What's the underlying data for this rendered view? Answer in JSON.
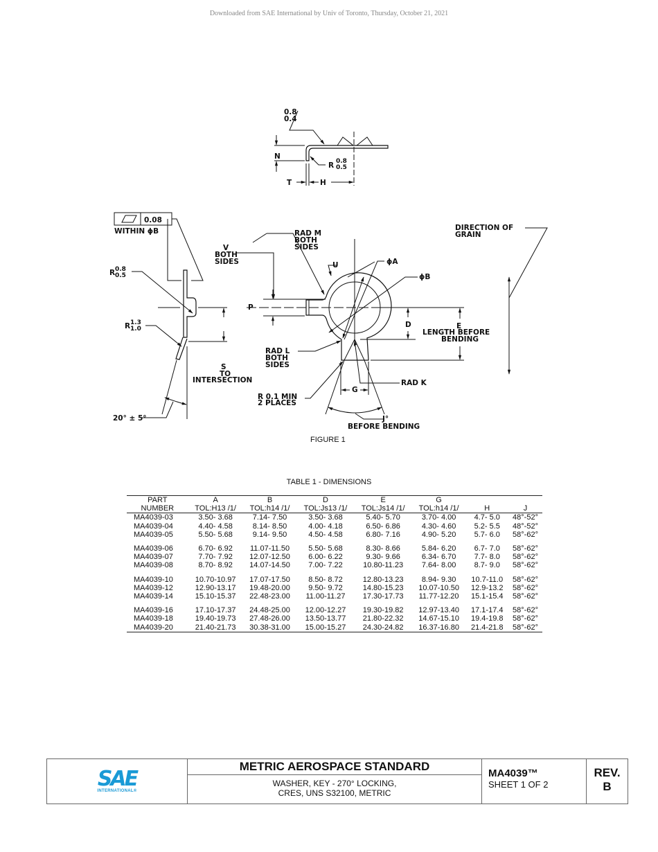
{
  "download_notice": "Downloaded from SAE International by Univ of Toronto, Thursday, October 21, 2021",
  "figure": {
    "caption": "FIGURE 1",
    "labels": {
      "top_08": "0.8",
      "top_04": "0.4",
      "n": "N",
      "r": "R",
      "r_08": "0.8",
      "r_05": "0.5",
      "t": "T",
      "h": "H",
      "fcf_value": "0.08",
      "within": "WITHIN ϕB",
      "side_r": "R",
      "side_r_08": "0.8",
      "side_r_05": "0.5",
      "side_r2": "R",
      "side_r_13": "1.3",
      "side_r_10": "1.0",
      "s": "S",
      "to": "TO",
      "intersection": "INTERSECTION",
      "angle": "20° ± 5°",
      "v": "V",
      "v_both": "BOTH",
      "v_sides": "SIDES",
      "radm": "RAD M",
      "radm_both": "BOTH",
      "radm_sides": "SIDES",
      "u": "U",
      "phia": "ϕA",
      "phib": "ϕB",
      "p": "P",
      "d": "D",
      "e": "E",
      "e_len": "LENGTH BEFORE",
      "e_bend": "BENDING",
      "radl": "RAD L",
      "radl_both": "BOTH",
      "radl_sides": "SIDES",
      "radk": "RAD K",
      "g": "G",
      "r01": "R 0.1 MIN",
      "r01_places": "2 PLACES",
      "j": "J°",
      "j_before": "BEFORE BENDING",
      "grain1": "DIRECTION OF",
      "grain2": "GRAIN"
    }
  },
  "table": {
    "title": "TABLE 1 - DIMENSIONS",
    "header_row1": [
      "PART",
      "A",
      "B",
      "D",
      "E",
      "G",
      "",
      ""
    ],
    "header_row2": [
      "NUMBER",
      "TOL:H13 /1/",
      "TOL:h14 /1/",
      "TOL:Js13 /1/",
      "TOL:Js14 /1/",
      "TOL:h14 /1/",
      "H",
      "J"
    ],
    "groups": [
      [
        [
          "MA4039-03",
          "3.50- 3.68",
          "7.14- 7.50",
          "3.50- 3.68",
          "5.40- 5.70",
          "3.70- 4.00",
          "4.7- 5.0",
          "48°-52°"
        ],
        [
          "MA4039-04",
          "4.40- 4.58",
          "8.14- 8.50",
          "4.00- 4.18",
          "6.50- 6.86",
          "4.30- 4.60",
          "5.2- 5.5",
          "48°-52°"
        ],
        [
          "MA4039-05",
          "5.50- 5.68",
          "9.14- 9.50",
          "4.50- 4.58",
          "6.80- 7.16",
          "4.90- 5.20",
          "5.7- 6.0",
          "58°-62°"
        ]
      ],
      [
        [
          "MA4039-06",
          "6.70- 6.92",
          "11.07-11.50",
          "5.50- 5.68",
          "8.30- 8.66",
          "5.84- 6.20",
          "6.7- 7.0",
          "58°-62°"
        ],
        [
          "MA4039-07",
          "7.70- 7.92",
          "12.07-12.50",
          "6.00- 6.22",
          "9.30- 9.66",
          "6.34- 6.70",
          "7.7- 8.0",
          "58°-62°"
        ],
        [
          "MA4039-08",
          "8.70- 8.92",
          "14.07-14.50",
          "7.00- 7.22",
          "10.80-11.23",
          "7.64- 8.00",
          "8.7- 9.0",
          "58°-62°"
        ]
      ],
      [
        [
          "MA4039-10",
          "10.70-10.97",
          "17.07-17.50",
          "8.50- 8.72",
          "12.80-13.23",
          "8.94- 9.30",
          "10.7-11.0",
          "58°-62°"
        ],
        [
          "MA4039-12",
          "12.90-13.17",
          "19.48-20.00",
          "9.50- 9.72",
          "14.80-15.23",
          "10.07-10.50",
          "12.9-13.2",
          "58°-62°"
        ],
        [
          "MA4039-14",
          "15.10-15.37",
          "22.48-23.00",
          "11.00-11.27",
          "17.30-17.73",
          "11.77-12.20",
          "15.1-15.4",
          "58°-62°"
        ]
      ],
      [
        [
          "MA4039-16",
          "17.10-17.37",
          "24.48-25.00",
          "12.00-12.27",
          "19.30-19.82",
          "12.97-13.40",
          "17.1-17.4",
          "58°-62°"
        ],
        [
          "MA4039-18",
          "19.40-19.73",
          "27.48-26.00",
          "13.50-13.77",
          "21.80-22.32",
          "14.67-15.10",
          "19.4-19.8",
          "58°-62°"
        ],
        [
          "MA4039-20",
          "21.40-21.73",
          "30.38-31.00",
          "15.00-15.27",
          "24.30-24.82",
          "16.37-16.80",
          "21.4-21.8",
          "58°-62°"
        ]
      ]
    ]
  },
  "footer": {
    "logo_text": "SAE",
    "logo_sub": "INTERNATIONAL®",
    "logo_color": "#1a9ad6",
    "title": "METRIC AEROSPACE STANDARD",
    "desc_line1": "WASHER, KEY - 270° LOCKING,",
    "desc_line2": "CRES, UNS S32100, METRIC",
    "doc_number": "MA4039™",
    "sheet": "SHEET 1 OF 2",
    "rev_label": "REV.",
    "rev": "B"
  }
}
